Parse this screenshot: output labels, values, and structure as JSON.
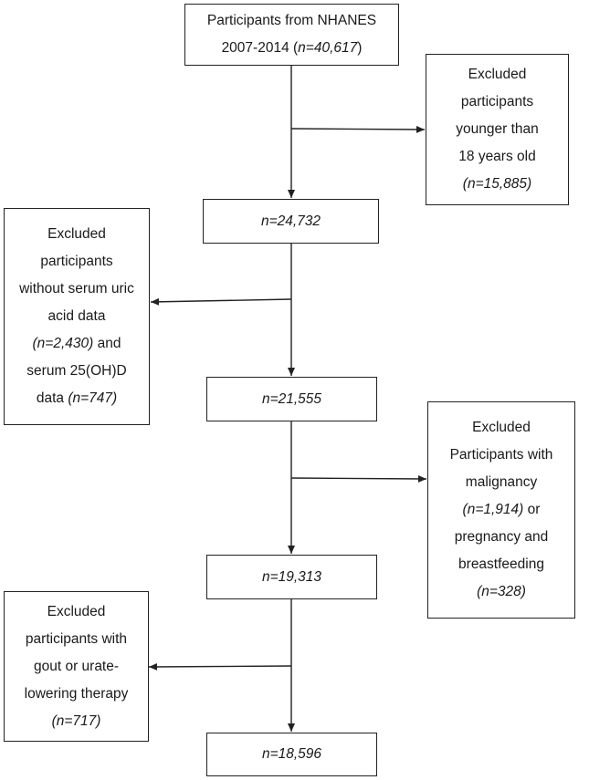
{
  "flowchart": {
    "start": {
      "line1": "Participants from NHANES",
      "line2_prefix": "2007-2014 (",
      "line2_italic": "n=40,617",
      "line2_suffix": ")"
    },
    "step1": {
      "count": "n=24,732"
    },
    "step2": {
      "count": "n=21,555"
    },
    "step3": {
      "count": "n=19,313"
    },
    "final": {
      "count": "n=18,596"
    },
    "exclusion1": {
      "line1": "Excluded",
      "line2": "participants",
      "line3": "younger than",
      "line4": "18 years old",
      "line5": "(n=15,885)"
    },
    "exclusion2": {
      "line1": "Excluded",
      "line2": "participants",
      "line3": "without serum uric",
      "line4": "acid data",
      "line5_italic": "(n=2,430)",
      "line5_suffix": " and",
      "line6": "serum 25(OH)D",
      "line7_prefix": "data ",
      "line7_italic": "(n=747)"
    },
    "exclusion3": {
      "line1": "Excluded",
      "line2": "Participants with",
      "line3": "malignancy",
      "line4_italic": "(n=1,914)",
      "line4_suffix": " or",
      "line5": "pregnancy and",
      "line6": "breastfeeding",
      "line7": "(n=328)"
    },
    "exclusion4": {
      "line1": "Excluded",
      "line2": "participants with",
      "line3": "gout or urate-",
      "line4": "lowering therapy",
      "line5": "(n=717)"
    }
  }
}
